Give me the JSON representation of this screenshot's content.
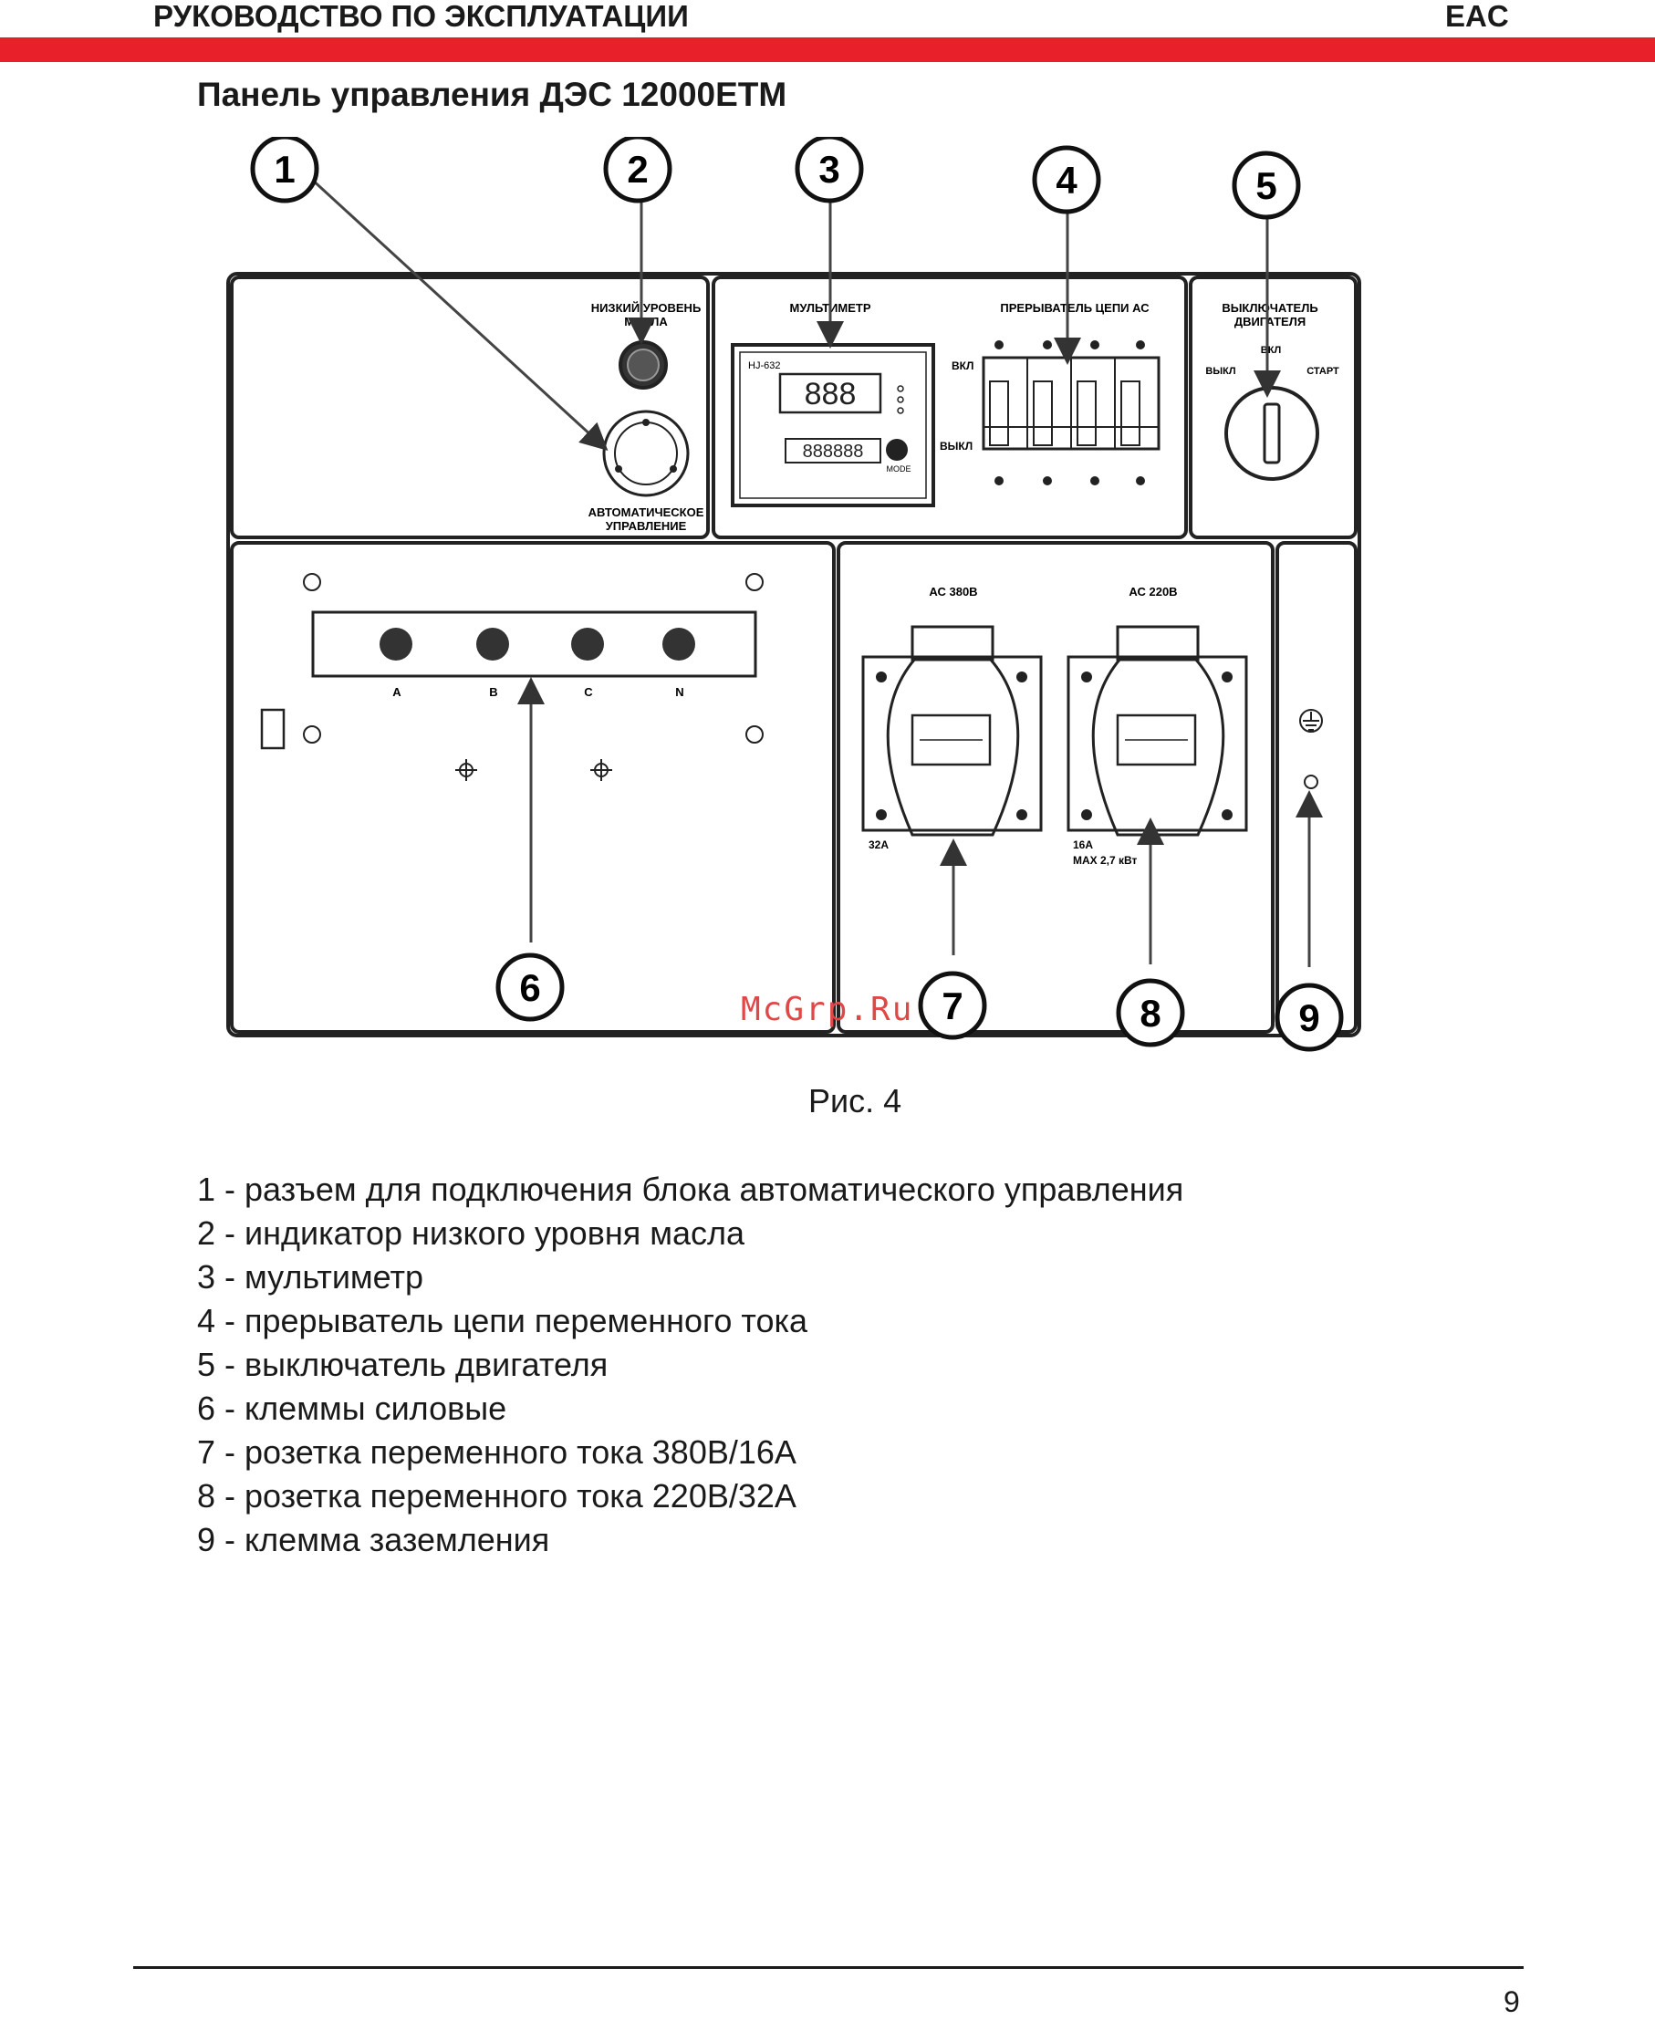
{
  "header": {
    "left_title": "РУКОВОДСТВО ПО ЭКСПЛУАТАЦИИ",
    "right_mark": "EAC"
  },
  "title": "Панель управления ДЭС 12000ЕТМ",
  "panel": {
    "oil_label_1": "НИЗКИЙ УРОВЕНЬ",
    "oil_label_2": "МАСЛА",
    "auto_label_1": "АВТОМАТИЧЕСКОЕ",
    "auto_label_2": "УПРАВЛЕНИЕ",
    "multimeter_label": "МУЛЬТИМЕТР",
    "multimeter_model": "HJ-632",
    "multimeter_display_top": "888",
    "multimeter_display_bottom": "888888",
    "multimeter_mode": "MODE",
    "breaker_label": "ПРЕРЫВАТЕЛЬ ЦЕПИ АС",
    "breaker_on": "ВКЛ",
    "breaker_off": "ВЫКЛ",
    "engine_label_1": "ВЫКЛЮЧАТЕЛЬ",
    "engine_label_2": "ДВИГАТЕЛЯ",
    "engine_on": "ВКЛ",
    "engine_off": "ВЫКЛ",
    "engine_start": "СТАРТ",
    "terminals": [
      "A",
      "B",
      "C",
      "N"
    ],
    "socket_380_label": "АС 380В",
    "socket_220_label": "АС 220В",
    "socket_380_current": "32A",
    "socket_220_current": "16A",
    "socket_220_max": "MAX 2,7 кВт"
  },
  "callouts": [
    "1",
    "2",
    "3",
    "4",
    "5",
    "6",
    "7",
    "8",
    "9"
  ],
  "watermark": "McGrp.Ru",
  "caption": "Рис. 4",
  "legend": [
    "1 - разъем для подключения блока автоматического управления",
    "2 - индикатор низкого уровня масла",
    "3 - мультиметр",
    "4 - прерыватель цепи переменного тока",
    "5 - выключатель двигателя",
    "6 - клеммы силовые",
    "7 - розетка переменного тока 380В/16А",
    "8 - розетка переменного тока 220В/32А",
    "9 - клемма заземления"
  ],
  "page_number": "9"
}
